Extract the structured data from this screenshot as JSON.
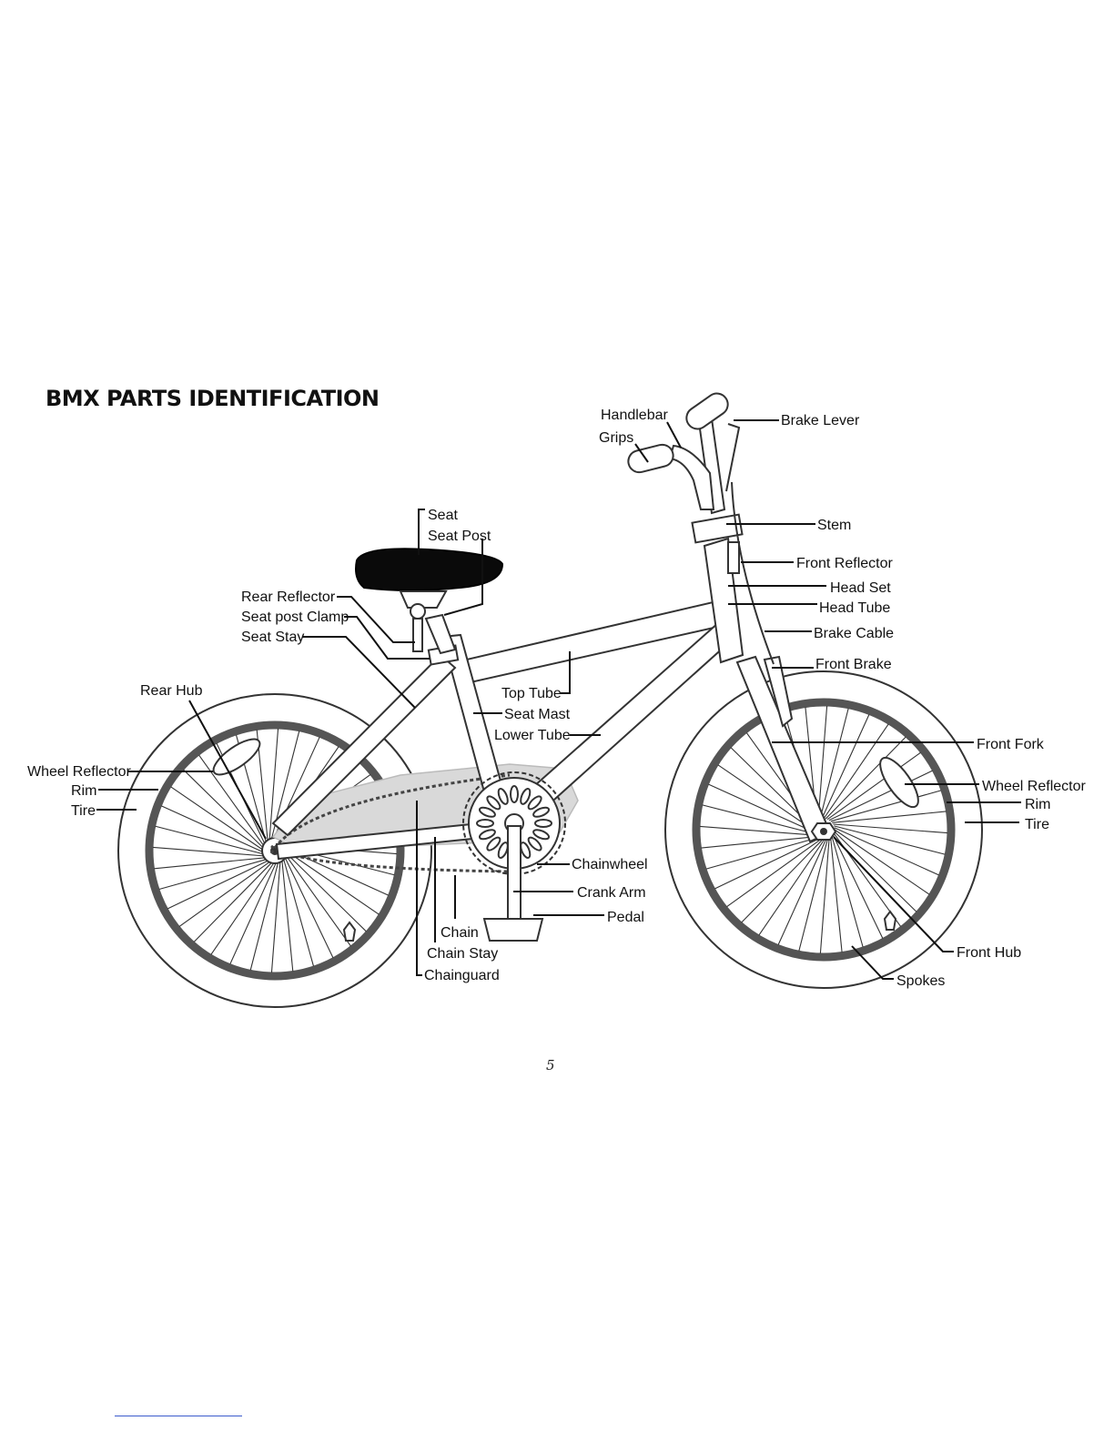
{
  "title": "BMX PARTS IDENTIFICATION",
  "page_number": "5",
  "labels": {
    "handlebar": "Handlebar",
    "grips": "Grips",
    "brake_lever": "Brake Lever",
    "seat": "Seat",
    "seat_post": "Seat Post",
    "stem": "Stem",
    "front_reflector": "Front Reflector",
    "head_set": "Head Set",
    "head_tube": "Head Tube",
    "brake_cable": "Brake Cable",
    "front_brake": "Front Brake",
    "rear_reflector": "Rear Reflector",
    "seat_post_clamp": "Seat post Clamp",
    "seat_stay": "Seat Stay",
    "rear_hub": "Rear Hub",
    "top_tube": "Top Tube",
    "seat_mast": "Seat Mast",
    "lower_tube": "Lower Tube",
    "front_fork": "Front Fork",
    "wheel_reflector_left": "Wheel Reflector",
    "rim_left": "Rim",
    "tire_left": "Tire",
    "wheel_reflector_right": "Wheel Reflector",
    "rim_right": "Rim",
    "tire_right": "Tire",
    "chainwheel": "Chainwheel",
    "crank_arm": "Crank Arm",
    "pedal": "Pedal",
    "chain": "Chain",
    "chain_stay": "Chain Stay",
    "chainguard": "Chainguard",
    "front_hub": "Front Hub",
    "spokes": "Spokes"
  }
}
